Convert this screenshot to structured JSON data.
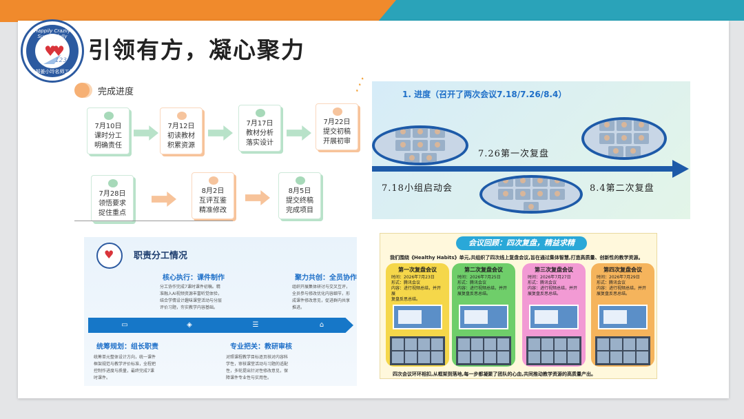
{
  "header": {
    "title": "引领有方，凝心聚力",
    "logo": {
      "top_text": "Happily Crazily Successfully",
      "bottom_text": "教育部姜小玲名师工作室",
      "badge": "123"
    }
  },
  "progress": {
    "title": "完成进度",
    "steps": [
      {
        "date": "7月10日",
        "line1": "课时分工",
        "line2": "明确责任"
      },
      {
        "date": "7月12日",
        "line1": "初读教材",
        "line2": "积累资源"
      },
      {
        "date": "7月17日",
        "line1": "教材分析",
        "line2": "落实设计"
      },
      {
        "date": "7月22日",
        "line1": "提交初稿",
        "line2": "开展初审"
      },
      {
        "date": "7月28日",
        "line1": "领悟要求",
        "line2": "捉住重点"
      },
      {
        "date": "8月2日",
        "line1": "互评互鉴",
        "line2": "精准修改"
      },
      {
        "date": "8月5日",
        "line1": "提交终稿",
        "line2": "完成项目"
      }
    ]
  },
  "meetings": {
    "title": "1. 进度（召开了两次会议7.18/7.26/8.4）",
    "labels": {
      "first": "7.18小组启动会",
      "second": "7.26第一次复盘",
      "third": "8.4第二次复盘"
    }
  },
  "duties": {
    "title": "职责分工情况",
    "items": [
      {
        "heading": "核心执行：课件制作",
        "text": "分工协作完成7课时课件初稿。精准融入AI视频资源丰富听觉体验，结合学情设计趣味课堂活动与分层评价习题，夯实教学内容基础。"
      },
      {
        "heading": "聚力共创：全员协作",
        "text": "组织开展集体研讨与交叉互评，全员参与修改优化内容细节，形成课件修改意见，促进群内共享推进。"
      },
      {
        "heading": "统筹规划：组长职责",
        "text": "统筹单元整体设计方向，统一课件框架规范与教学评价标准，全程把控制作进度与质量，最终完成7课时课件。"
      },
      {
        "heading": "专业把关：教研审核",
        "text": "对照课程教学目标逐页核对内容科学性，审核课堂活动与习题的适配性，多轮提出针对性修改意见，保障课件专业性与实用性。"
      }
    ]
  },
  "review": {
    "banner": "会议回顾：四次复盘，精益求精",
    "intro": "我们围绕《Healthy Habits》单元,共组织了四次线上复盘会议,旨在通过集体智慧,打造高质量、创新性的教学资源。",
    "cards": [
      {
        "title": "第一次复盘会议",
        "lines": [
          "时间：2026年7月23日",
          "形式：腾讯会议",
          "内容：进行视频总结，并开展",
          "复盘反思总结。"
        ],
        "color": "#f5d74a"
      },
      {
        "title": "第二次复盘会议",
        "lines": [
          "时间：2026年7月25日",
          "形式：腾讯会议",
          "内容：进行视频总结，并开",
          "展复盘反思总结。"
        ],
        "color": "#6fce6a"
      },
      {
        "title": "第三次复盘会议",
        "lines": [
          "时间：2026年7月27日",
          "形式：腾讯会议",
          "内容：进行视频总结，并开",
          "展复盘反思总结。"
        ],
        "color": "#f29ad4"
      },
      {
        "title": "第四次复盘会议",
        "lines": [
          "时间：2026年7月29日",
          "形式：腾讯会议",
          "内容：进行视频总结，并开",
          "展复盘反思总结。"
        ],
        "color": "#f5b45c"
      }
    ],
    "footer": "四次会议环环相扣,从框架到落地,每一步都凝聚了团队的心血,共同推动教学资源的高质量产出。"
  },
  "colors": {
    "orange": "#f08a2c",
    "teal": "#2aa3b9",
    "blue": "#1d5aa8"
  }
}
